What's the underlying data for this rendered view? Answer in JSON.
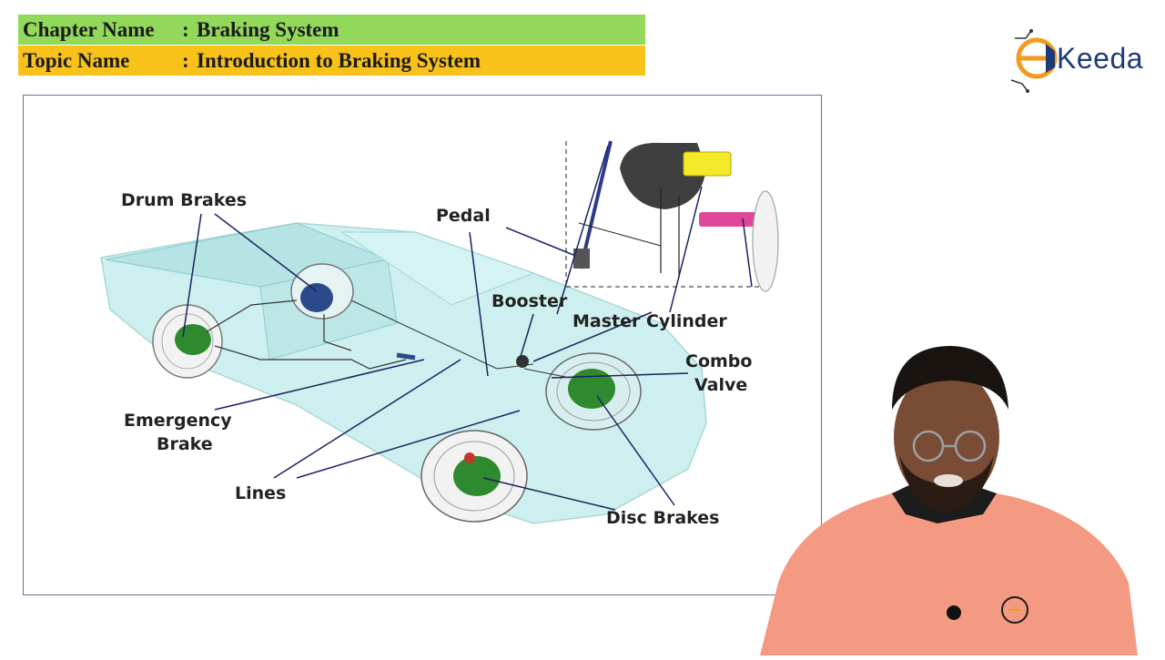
{
  "header": {
    "chapter_label": "Chapter Name",
    "chapter_sep": ":",
    "chapter_value": "Braking System",
    "topic_label": "Topic Name",
    "topic_sep": ":",
    "topic_value": "Introduction to Braking System"
  },
  "logo": {
    "text": "Keeda",
    "icon": "ekeeda-e-logo-icon"
  },
  "diagram": {
    "labels": {
      "drum_brakes": "Drum Brakes",
      "pedal": "Pedal",
      "booster": "Booster",
      "master_cylinder": "Master Cylinder",
      "combo_valve_1": "Combo",
      "combo_valve_2": "Valve",
      "emergency_brake_1": "Emergency",
      "emergency_brake_2": "Brake",
      "lines": "Lines",
      "disc_brakes": "Disc Brakes"
    }
  },
  "colors": {
    "chapter_banner": "#92d85a",
    "topic_banner": "#f8c21a",
    "brand_orange": "#f39a1e",
    "brand_blue": "#1e3a78",
    "shirt": "#f59a82"
  }
}
